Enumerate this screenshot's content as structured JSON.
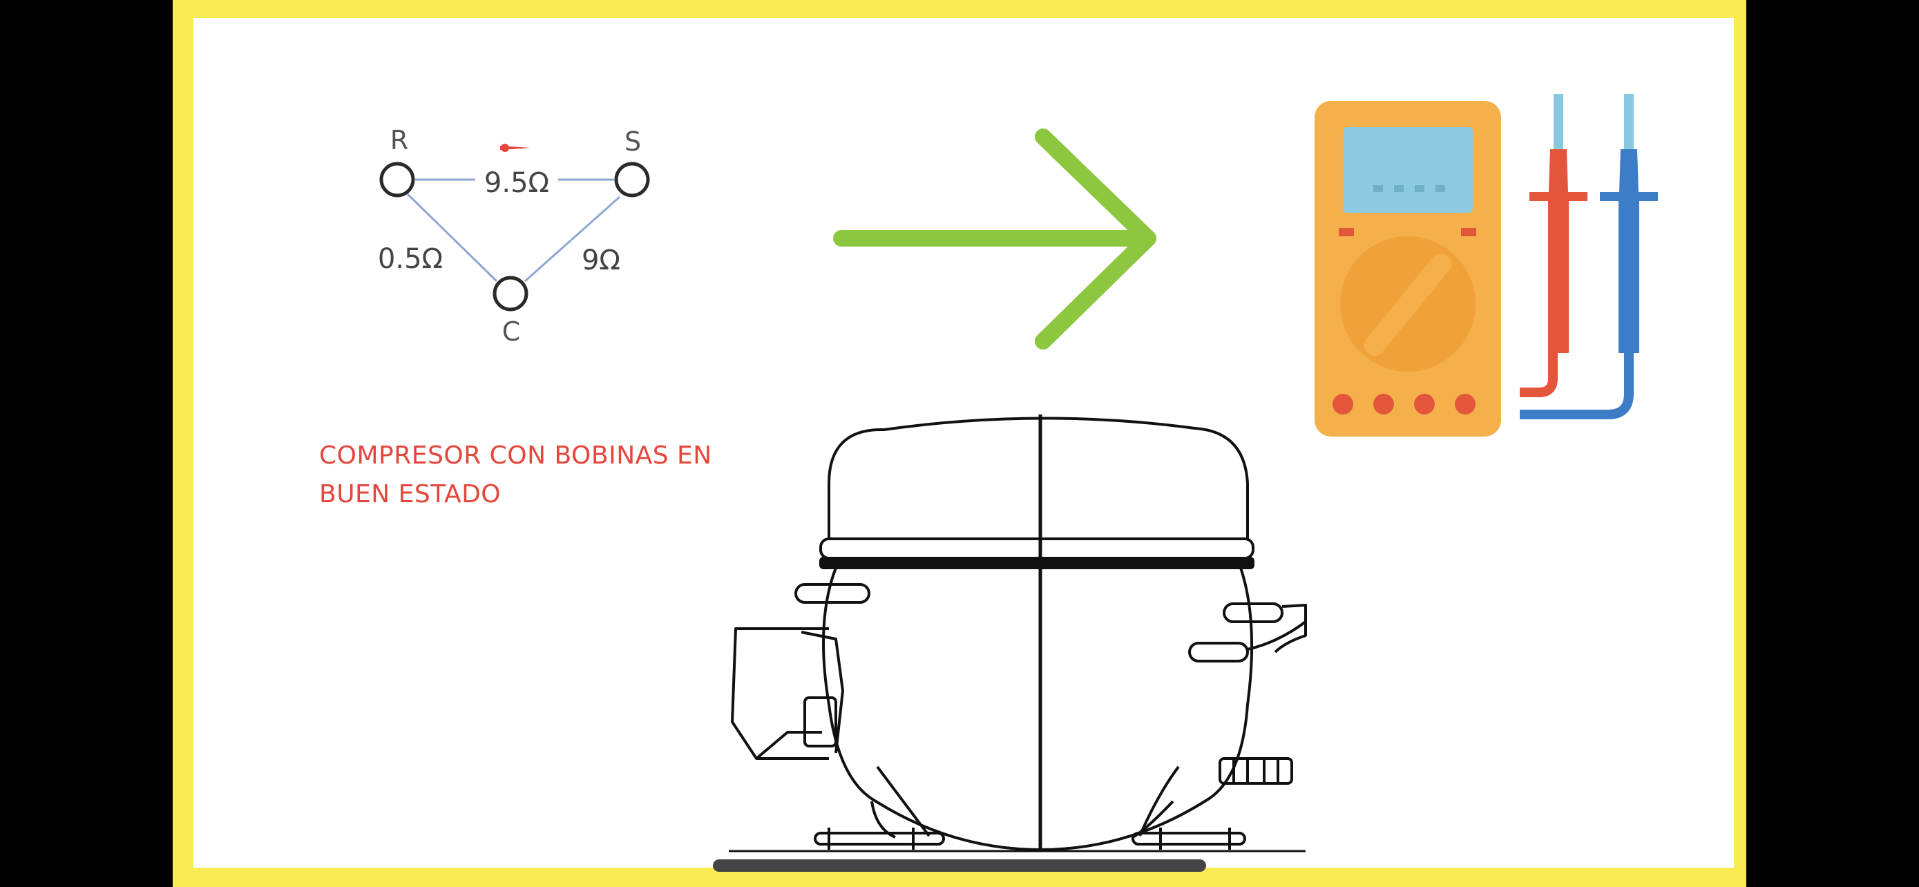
{
  "diagram": {
    "terminals": {
      "r": "R",
      "s": "S",
      "c": "C"
    },
    "resistances": {
      "r_s": "9.5Ω",
      "r_c": "0.5Ω",
      "s_c": "9Ω"
    },
    "caption_lines": [
      "COMPRESOR CON BOBINAS EN",
      "BUEN ESTADO"
    ]
  },
  "colors": {
    "frame": "#F9EC52",
    "panel": "#FFFFFF",
    "caption": "#E4463B",
    "wire": "#8EA6D4",
    "arrow": "#8DC63F",
    "meter_body": "#F4B04A",
    "meter_screen": "#8FCBE0",
    "meter_dial": "#F0A13A",
    "meter_dot": "#E4563B",
    "probe_red": "#E4563B",
    "probe_blue": "#3D7CC6",
    "probe_tip": "#89C9E0",
    "outline": "#111111"
  },
  "icons": [
    "terminal-circle-icon",
    "green-arrow-icon",
    "multimeter-icon",
    "compressor-icon"
  ]
}
